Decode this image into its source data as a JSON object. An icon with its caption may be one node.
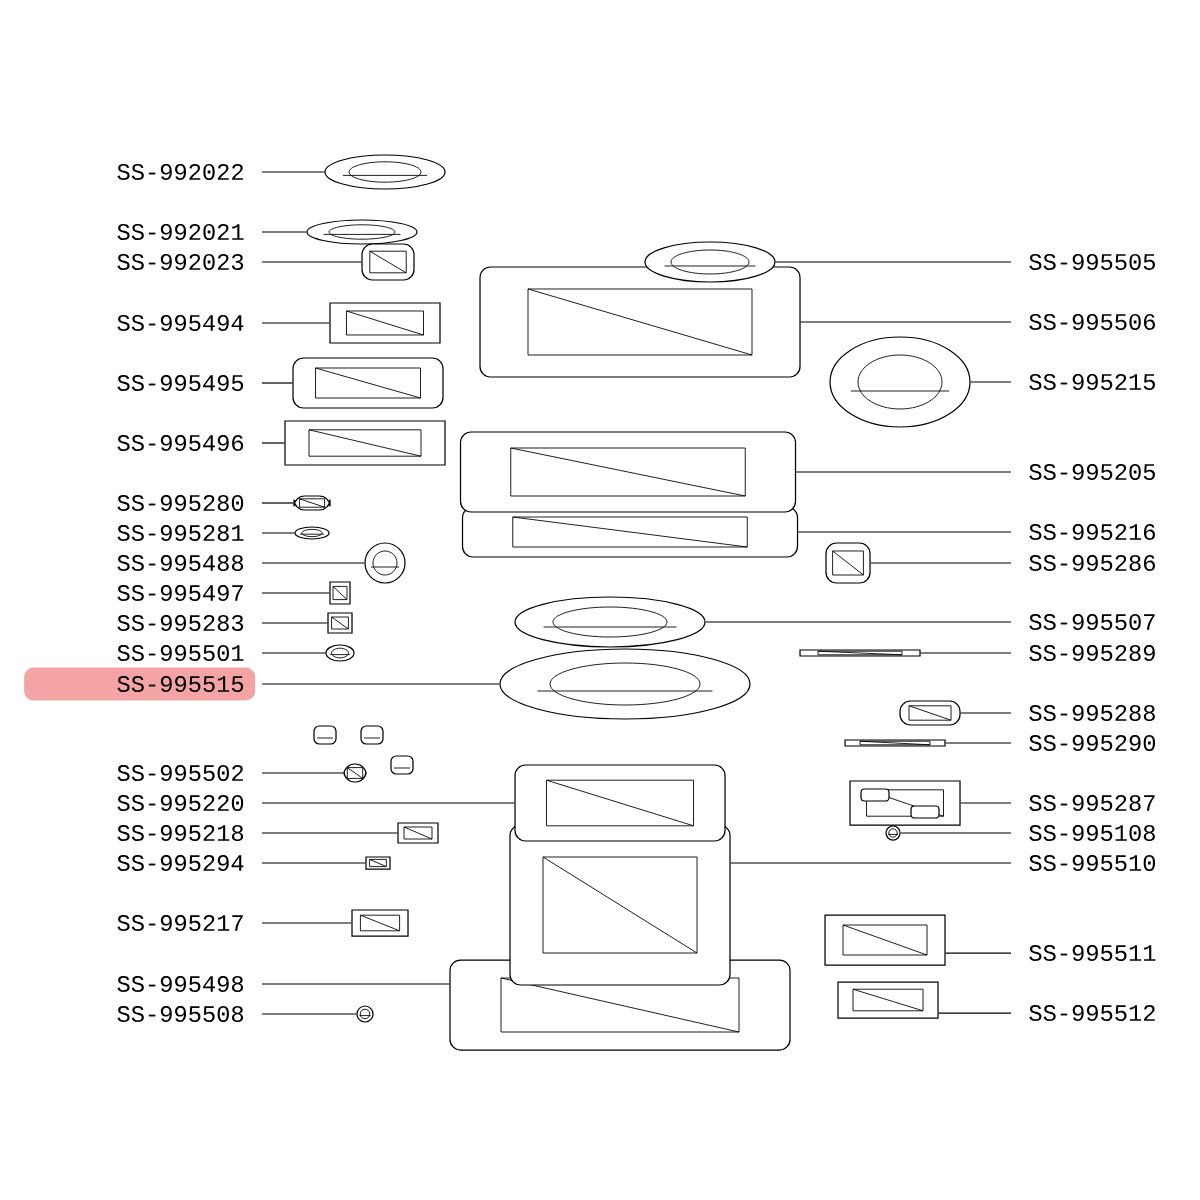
{
  "diagram": {
    "nodes": [
      {
        "text": [
          "SS-992022"
        ]
      },
      {
        "text": [
          "SS-992021"
        ]
      },
      {
        "text": [
          "SS-992023"
        ]
      },
      {
        "text": [
          "SS-995494"
        ]
      },
      {
        "text": [
          "SS-995495"
        ]
      },
      {
        "text": [
          "SS-995496"
        ]
      },
      {
        "text": [
          "SS-995280"
        ]
      },
      {
        "text": [
          "SS-995281"
        ]
      },
      {
        "text": [
          "SS-995488"
        ]
      },
      {
        "text": [
          "SS-995497"
        ]
      },
      {
        "text": [
          "SS-995283"
        ]
      },
      {
        "text": [
          "SS-995501"
        ]
      },
      {
        "text": [
          "SS-995515"
        ]
      },
      {
        "text": [
          "SS-995502"
        ]
      },
      {
        "text": [
          "SS-995220"
        ]
      },
      {
        "text": [
          "SS-995218"
        ]
      },
      {
        "text": [
          "SS-995294"
        ]
      },
      {
        "text": [
          "SS-995217"
        ]
      },
      {
        "text": [
          "SS-995498"
        ]
      },
      {
        "text": [
          "SS-995508"
        ]
      },
      {
        "text": [
          "SS-995505"
        ]
      },
      {
        "text": [
          "SS-995506"
        ]
      },
      {
        "text": [
          "SS-995215"
        ]
      },
      {
        "text": [
          "SS-995205"
        ]
      },
      {
        "text": [
          "SS-995216"
        ]
      },
      {
        "text": [
          "SS-995286"
        ]
      },
      {
        "text": [
          "SS-995507"
        ]
      },
      {
        "text": [
          "SS-995289"
        ]
      },
      {
        "text": [
          "SS-995288"
        ]
      },
      {
        "text": [
          "SS-995290"
        ]
      },
      {
        "text": [
          "SS-995287"
        ]
      },
      {
        "text": [
          "SS-995108"
        ]
      },
      {
        "text": [
          "SS-995510"
        ]
      },
      {
        "text": [
          "SS-995511"
        ]
      },
      {
        "text": [
          "SS-995512"
        ]
      },
      {
        "text": [],
        "shape": "picture"
      },
      {
        "text": [],
        "shape": "picture"
      },
      {
        "text": [],
        "shape": "picture"
      },
      {
        "text": [],
        "shape": "picture"
      },
      {
        "text": [],
        "shape": "picture"
      },
      {
        "text": [],
        "shape": "picture"
      },
      {
        "text": [],
        "shape": "picture"
      },
      {
        "text": [],
        "shape": "picture"
      },
      {
        "text": [],
        "shape": "picture"
      },
      {
        "text": [],
        "shape": "picture"
      },
      {
        "text": [],
        "shape": "picture"
      },
      {
        "text": [],
        "shape": "picture"
      },
      {
        "text": [],
        "shape": "picture"
      },
      {
        "text": [],
        "shape": "picture"
      },
      {
        "text": [],
        "shape": "picture"
      },
      {
        "text": [],
        "shape": "picture"
      },
      {
        "text": [],
        "shape": "picture"
      },
      {
        "text": [],
        "shape": "picture"
      },
      {
        "text": [],
        "shape": "picture"
      },
      {
        "text": [],
        "shape": "picture"
      },
      {
        "text": [],
        "shape": "picture"
      },
      {
        "text": [],
        "shape": "picture"
      },
      {
        "text": [],
        "shape": "picture"
      },
      {
        "text": [],
        "shape": "picture"
      },
      {
        "text": [],
        "shape": "picture"
      },
      {
        "text": [],
        "shape": "picture"
      },
      {
        "text": [],
        "shape": "picture"
      },
      {
        "text": [],
        "shape": "picture"
      },
      {
        "text": [],
        "shape": "picture"
      },
      {
        "text": [],
        "shape": "picture"
      },
      {
        "text": [],
        "shape": "picture"
      },
      {
        "text": [],
        "shape": "picture"
      },
      {
        "text": [],
        "shape": "picture"
      },
      {
        "text": [],
        "shape": "picture"
      },
      {
        "text": [],
        "shape": "picture"
      }
    ],
    "edges": [
      {
        "from": 0,
        "to": 35,
        "arrow": "none"
      },
      {
        "from": 1,
        "to": 36,
        "arrow": "none"
      },
      {
        "from": 2,
        "to": 37,
        "arrow": "none"
      },
      {
        "from": 3,
        "to": 38,
        "arrow": "none"
      },
      {
        "from": 4,
        "to": 39,
        "arrow": "none"
      },
      {
        "from": 5,
        "to": 40,
        "arrow": "none"
      },
      {
        "from": 6,
        "to": 41,
        "arrow": "none"
      },
      {
        "from": 7,
        "to": 42,
        "arrow": "none"
      },
      {
        "from": 8,
        "to": 43,
        "arrow": "none"
      },
      {
        "from": 9,
        "to": 44,
        "arrow": "none"
      },
      {
        "from": 10,
        "to": 45,
        "arrow": "none"
      },
      {
        "from": 11,
        "to": 46,
        "arrow": "none"
      },
      {
        "from": 12,
        "to": 47,
        "arrow": "none"
      },
      {
        "from": 13,
        "to": 48,
        "arrow": "none"
      },
      {
        "from": 14,
        "to": 49,
        "arrow": "none"
      },
      {
        "from": 15,
        "to": 50,
        "arrow": "none"
      },
      {
        "from": 16,
        "to": 51,
        "arrow": "none"
      },
      {
        "from": 17,
        "to": 52,
        "arrow": "none"
      },
      {
        "from": 18,
        "to": 53,
        "arrow": "none"
      },
      {
        "from": 19,
        "to": 54,
        "arrow": "none"
      },
      {
        "from": 20,
        "to": 55,
        "arrow": "none"
      },
      {
        "from": 21,
        "to": 56,
        "arrow": "none"
      },
      {
        "from": 22,
        "to": 57,
        "arrow": "none"
      },
      {
        "from": 23,
        "to": 58,
        "arrow": "none"
      },
      {
        "from": 24,
        "to": 59,
        "arrow": "none"
      },
      {
        "from": 25,
        "to": 60,
        "arrow": "none"
      },
      {
        "from": 26,
        "to": 61,
        "arrow": "none"
      },
      {
        "from": 27,
        "to": 62,
        "arrow": "none"
      },
      {
        "from": 28,
        "to": 63,
        "arrow": "none"
      },
      {
        "from": 29,
        "to": 64,
        "arrow": "none"
      },
      {
        "from": 30,
        "to": 65,
        "arrow": "none"
      },
      {
        "from": 31,
        "to": 66,
        "arrow": "none"
      },
      {
        "from": 32,
        "to": 67,
        "arrow": "none"
      },
      {
        "from": 33,
        "to": 68,
        "arrow": "none"
      },
      {
        "from": 34,
        "to": 69,
        "arrow": "none"
      }
    ]
  }
}
